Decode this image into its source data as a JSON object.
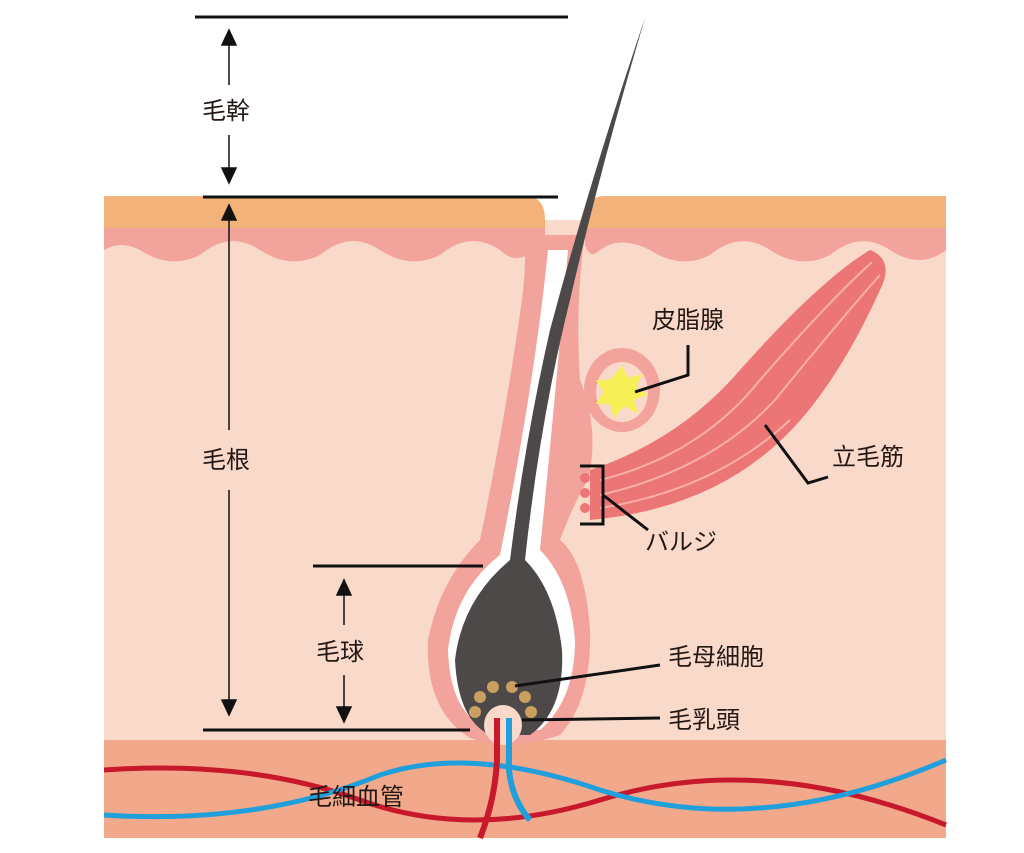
{
  "labels": {
    "hair_shaft": "毛幹",
    "hair_root": "毛根",
    "hair_bulb": "毛球",
    "sebaceous_gland": "皮脂腺",
    "arrector_pili": "立毛筋",
    "bulge": "バルジ",
    "hair_matrix_cells": "毛母細胞",
    "dermal_papilla": "毛乳頭",
    "capillaries": "毛細血管"
  },
  "colors": {
    "epidermis": "#f3b27a",
    "pink_layer": "#f2a39b",
    "dermis": "#f9d9ca",
    "fat_layer": "#f2a98b",
    "hair": "#4d4948",
    "muscle": "#ec7676",
    "artery": "#c8182c",
    "vein": "#1f9fdc",
    "gland_core": "#f7ef56",
    "matrix_cells": "#c9a05f"
  }
}
